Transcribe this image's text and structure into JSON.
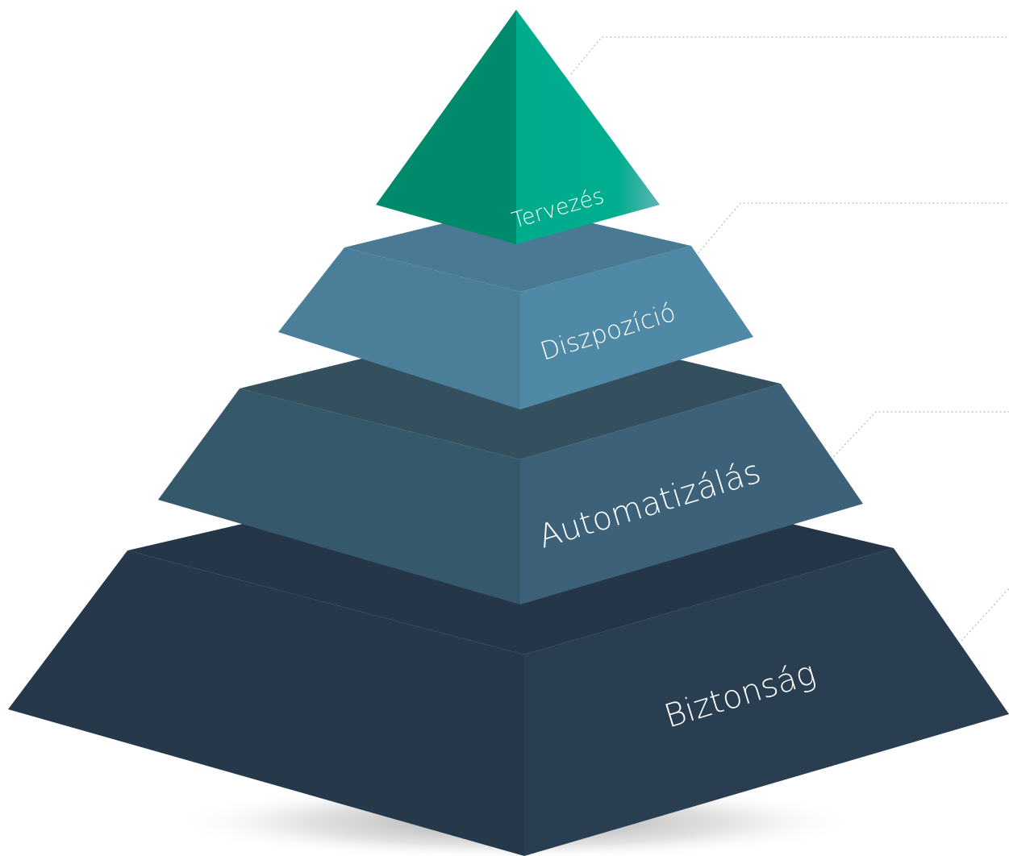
{
  "diagram": {
    "type": "pyramid",
    "tiers": [
      {
        "label": "Tervezés",
        "color_left": "#008a6c",
        "color_right": "#00ad8c",
        "color_top": "#00b08e"
      },
      {
        "label": "Diszpozíció",
        "color_left": "#4b7f99",
        "color_right": "#4f88a3",
        "color_top": "#4d809a"
      },
      {
        "label": "Automatizálás",
        "color_left": "#365366",
        "color_right": "#3e6077",
        "color_top": "#3a5869"
      },
      {
        "label": "Biztonság",
        "color_left": "#26394a",
        "color_right": "#2b3f52",
        "color_top": "#293b4d"
      }
    ],
    "background": "#ffffff",
    "connector_color": "#b9b9b9"
  }
}
